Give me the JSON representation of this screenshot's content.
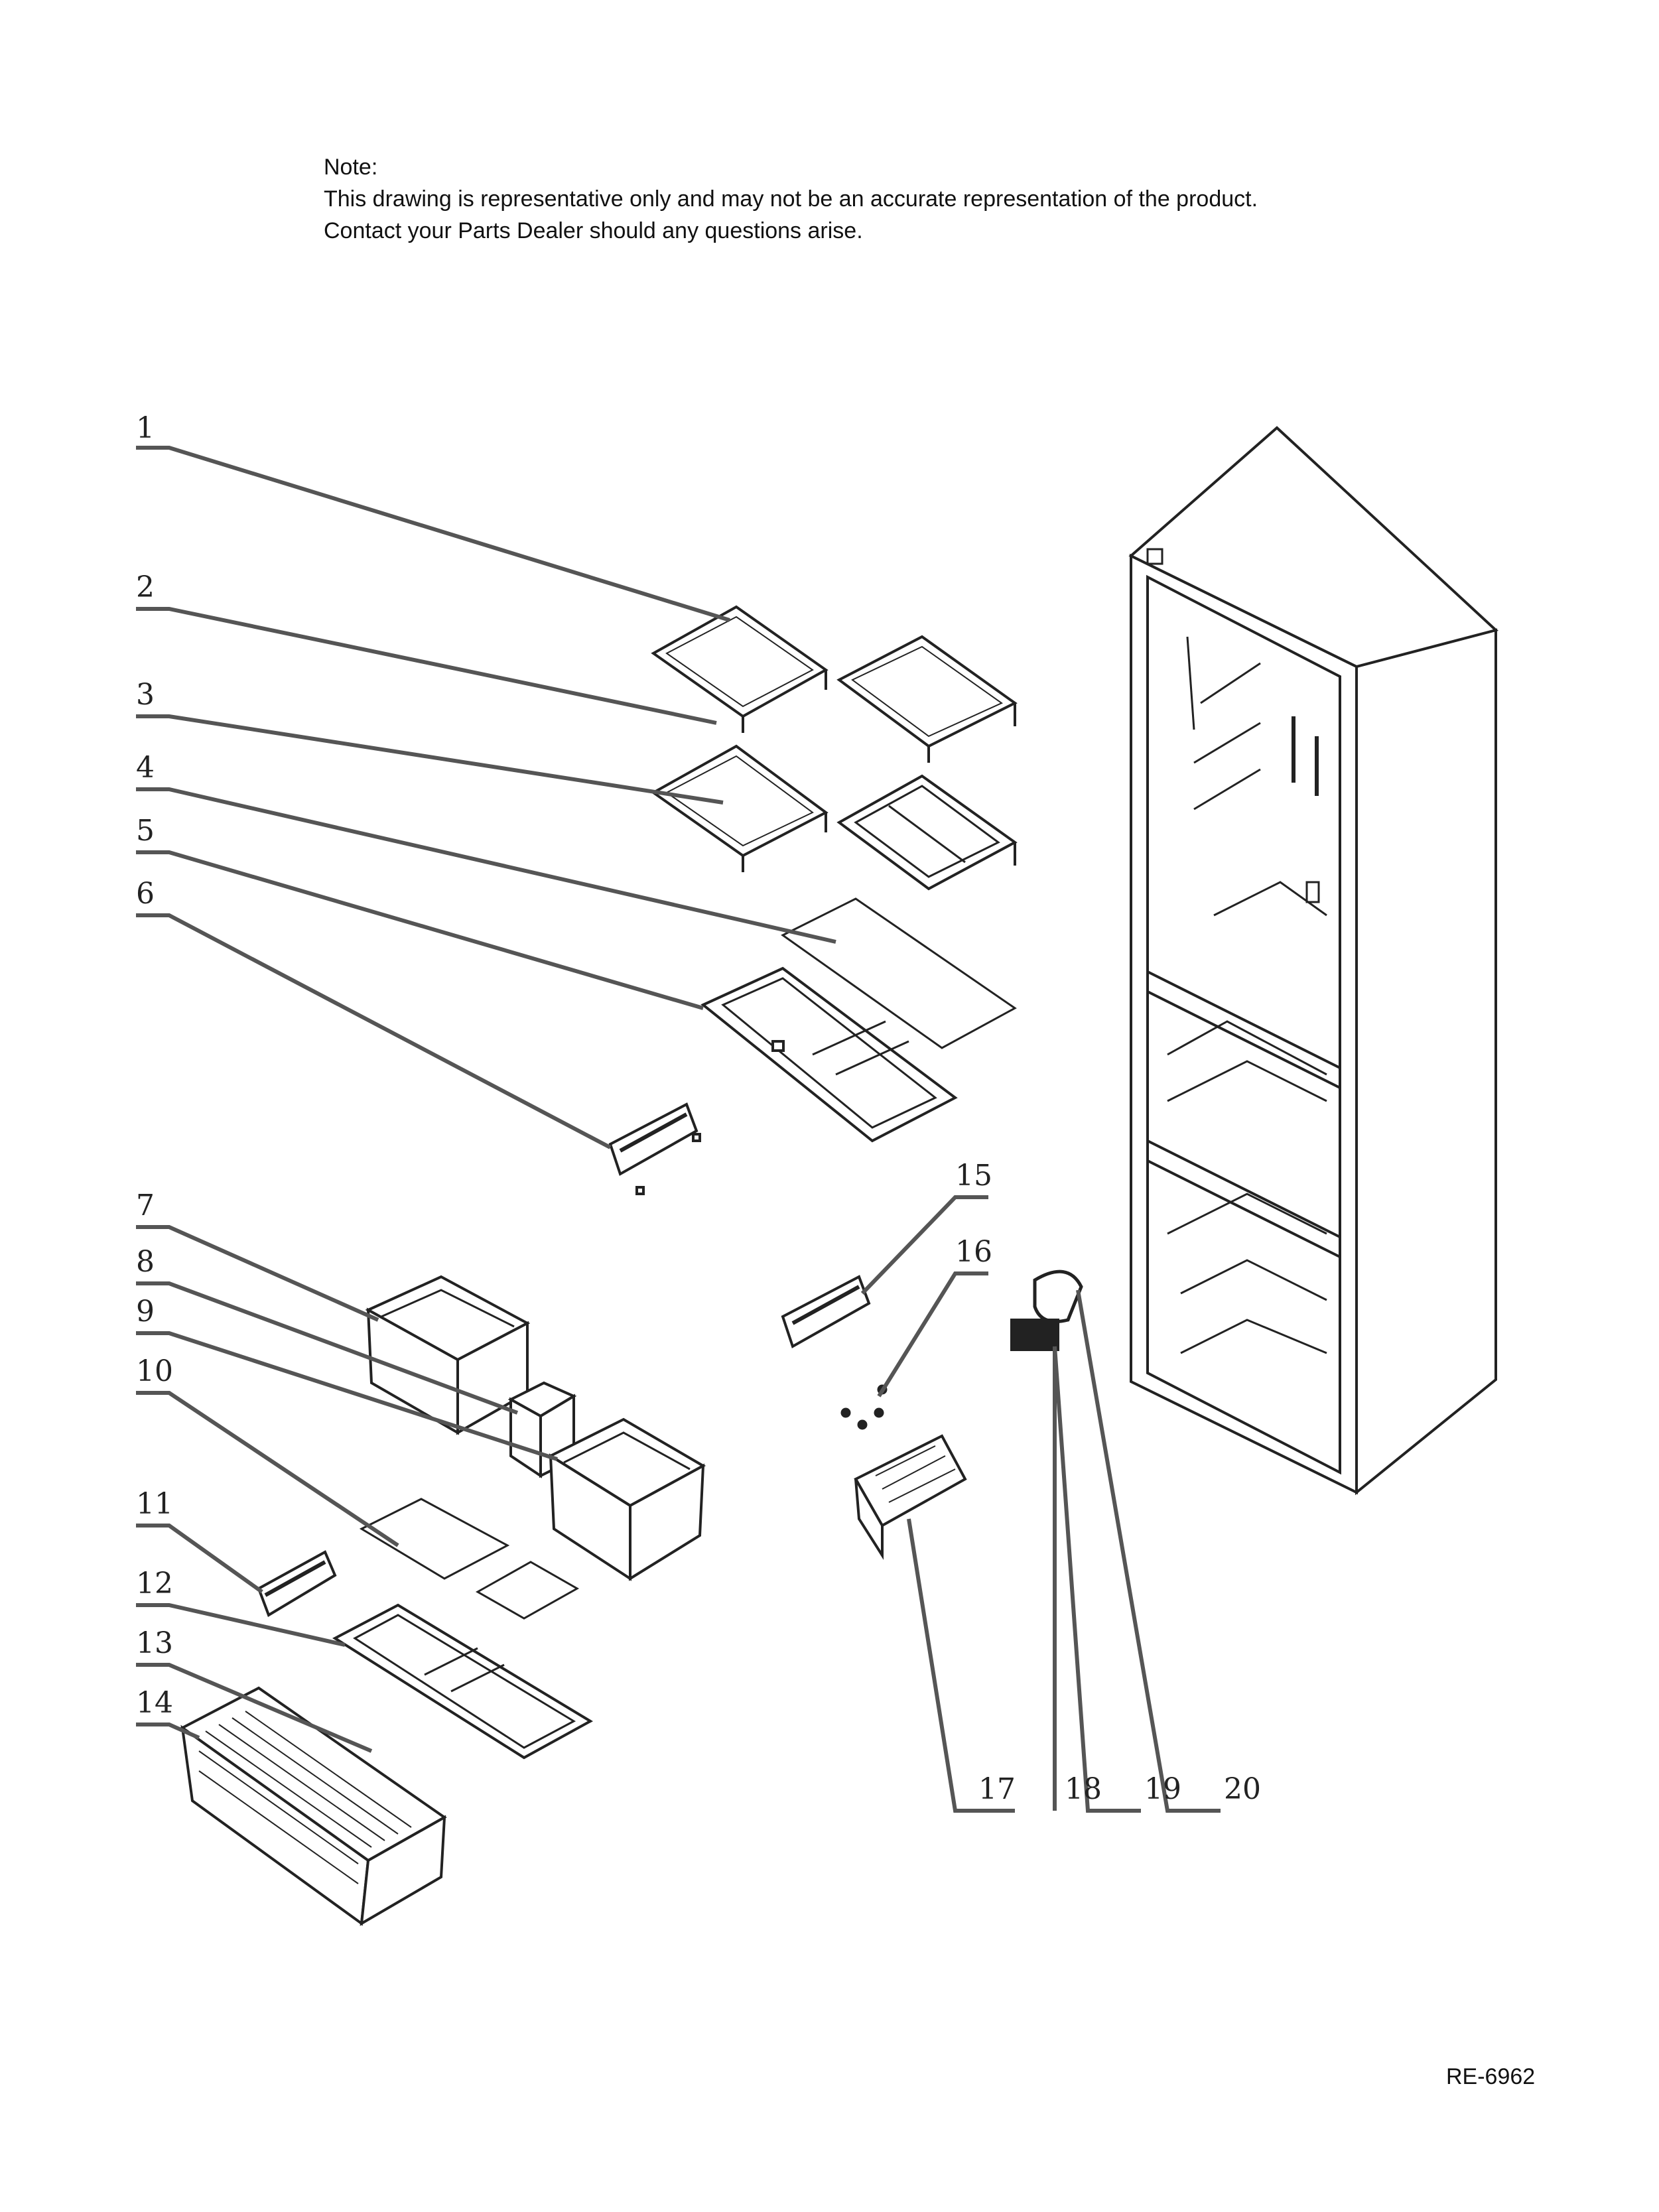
{
  "note": {
    "title": "Note:",
    "line1": "This drawing is representative only and may not be an accurate representation of the product.",
    "line2": "Contact your Parts Dealer should any questions arise."
  },
  "callouts": [
    "1",
    "2",
    "3",
    "4",
    "5",
    "6",
    "7",
    "8",
    "9",
    "10",
    "11",
    "12",
    "13",
    "14",
    "15",
    "16",
    "17",
    "18",
    "19",
    "20"
  ],
  "diagram_code": "RE-6962",
  "colors": {
    "line": "#222222",
    "leader": "#555555",
    "background": "#ffffff"
  }
}
